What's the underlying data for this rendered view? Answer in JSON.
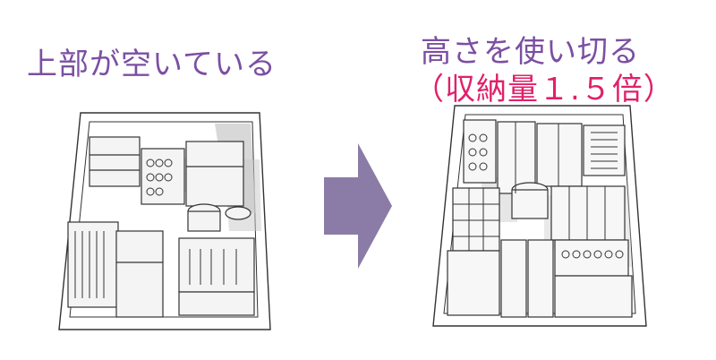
{
  "left": {
    "title": "上部が空いている"
  },
  "right": {
    "title": "高さを使い切る",
    "subtitle": "（収納量１.５倍）"
  },
  "colors": {
    "left_title": "#7b4fa2",
    "right_title": "#7b4fa2",
    "right_subtitle": "#e0206a",
    "arrow": "#8a7ca6",
    "line": "#333333",
    "shade": "#bdbdbd"
  },
  "icons": {
    "arrow": "right-arrow-icon"
  }
}
